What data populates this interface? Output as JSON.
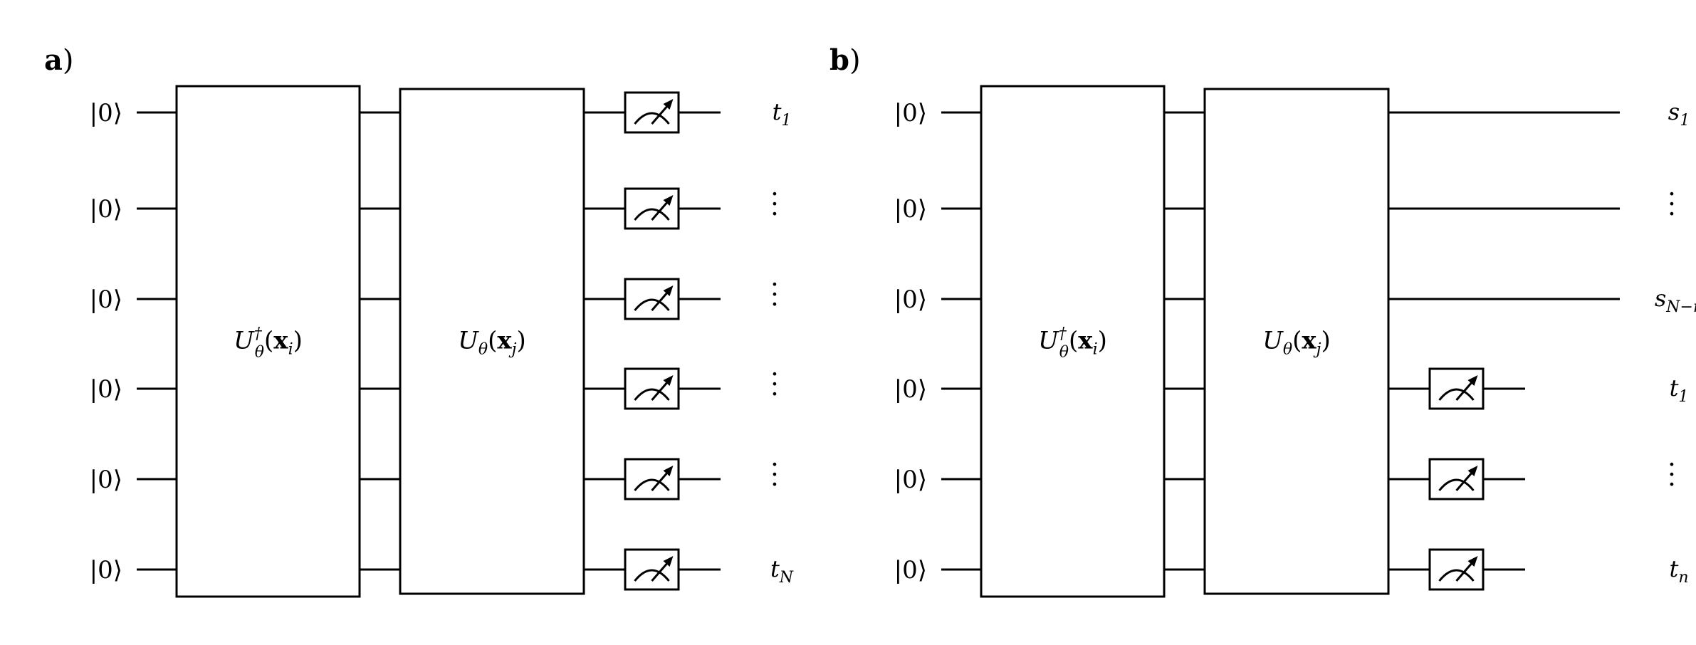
{
  "panels": [
    {
      "id": "a",
      "label": "a",
      "label_paren": ")",
      "inputs": [
        "|0⟩",
        "|0⟩",
        "|0⟩",
        "|0⟩",
        "|0⟩",
        "|0⟩"
      ],
      "gate1": {
        "op": "U",
        "sub": "θ",
        "sup": "†",
        "arg": "x",
        "arg_sub": "i"
      },
      "gate2": {
        "op": "U",
        "sub": "θ",
        "sup": "",
        "arg": "x",
        "arg_sub": "j"
      },
      "rows": [
        {
          "measured": true,
          "label": "t",
          "label_sub": "1",
          "dots": false
        },
        {
          "measured": true,
          "label": "",
          "label_sub": "",
          "dots": true
        },
        {
          "measured": true,
          "label": "",
          "label_sub": "",
          "dots": true
        },
        {
          "measured": true,
          "label": "",
          "label_sub": "",
          "dots": true
        },
        {
          "measured": true,
          "label": "",
          "label_sub": "",
          "dots": true
        },
        {
          "measured": true,
          "label": "t",
          "label_sub": "N",
          "dots": false
        }
      ]
    },
    {
      "id": "b",
      "label": "b",
      "label_paren": ")",
      "inputs": [
        "|0⟩",
        "|0⟩",
        "|0⟩",
        "|0⟩",
        "|0⟩",
        "|0⟩"
      ],
      "gate1": {
        "op": "U",
        "sub": "θ",
        "sup": "†",
        "arg": "x",
        "arg_sub": "i"
      },
      "gate2": {
        "op": "U",
        "sub": "θ",
        "sup": "",
        "arg": "x",
        "arg_sub": "j"
      },
      "rows": [
        {
          "measured": false,
          "label": "s",
          "label_sub": "1",
          "dots": false
        },
        {
          "measured": false,
          "label": "",
          "label_sub": "",
          "dots": true
        },
        {
          "measured": false,
          "label": "s",
          "label_sub": "N−n",
          "dots": false
        },
        {
          "measured": true,
          "label": "t",
          "label_sub": "1",
          "dots": false
        },
        {
          "measured": true,
          "label": "",
          "label_sub": "",
          "dots": true
        },
        {
          "measured": true,
          "label": "t",
          "label_sub": "n",
          "dots": false
        }
      ]
    }
  ]
}
